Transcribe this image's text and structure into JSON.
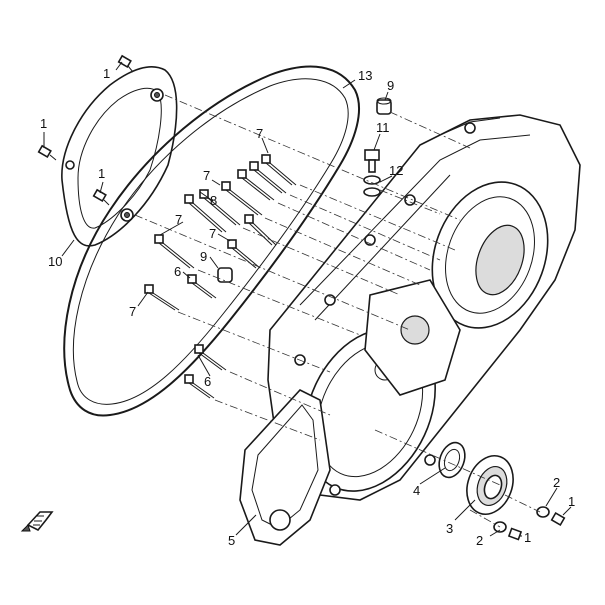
{
  "diagram": {
    "callouts": [
      {
        "id": "c1a",
        "text": "1"
      },
      {
        "id": "c1b",
        "text": "1"
      },
      {
        "id": "c1c",
        "text": "1"
      },
      {
        "id": "c10",
        "text": "10"
      },
      {
        "id": "c13",
        "text": "13"
      },
      {
        "id": "c9a",
        "text": "9"
      },
      {
        "id": "c11",
        "text": "11"
      },
      {
        "id": "c12",
        "text": "12"
      },
      {
        "id": "c7a",
        "text": "7"
      },
      {
        "id": "c7b",
        "text": "7"
      },
      {
        "id": "c8",
        "text": "8"
      },
      {
        "id": "c7c",
        "text": "7"
      },
      {
        "id": "c7d",
        "text": "7"
      },
      {
        "id": "c9b",
        "text": "9"
      },
      {
        "id": "c6a",
        "text": "6"
      },
      {
        "id": "c7e",
        "text": "7"
      },
      {
        "id": "c6b",
        "text": "6"
      },
      {
        "id": "c4",
        "text": "4"
      },
      {
        "id": "c3",
        "text": "3"
      },
      {
        "id": "c5",
        "text": "5"
      },
      {
        "id": "c2a",
        "text": "2"
      },
      {
        "id": "c1d",
        "text": "1"
      },
      {
        "id": "c2b",
        "text": "2"
      },
      {
        "id": "c1e",
        "text": "1"
      }
    ],
    "front_icon": "front-direction-arrow-icon"
  }
}
